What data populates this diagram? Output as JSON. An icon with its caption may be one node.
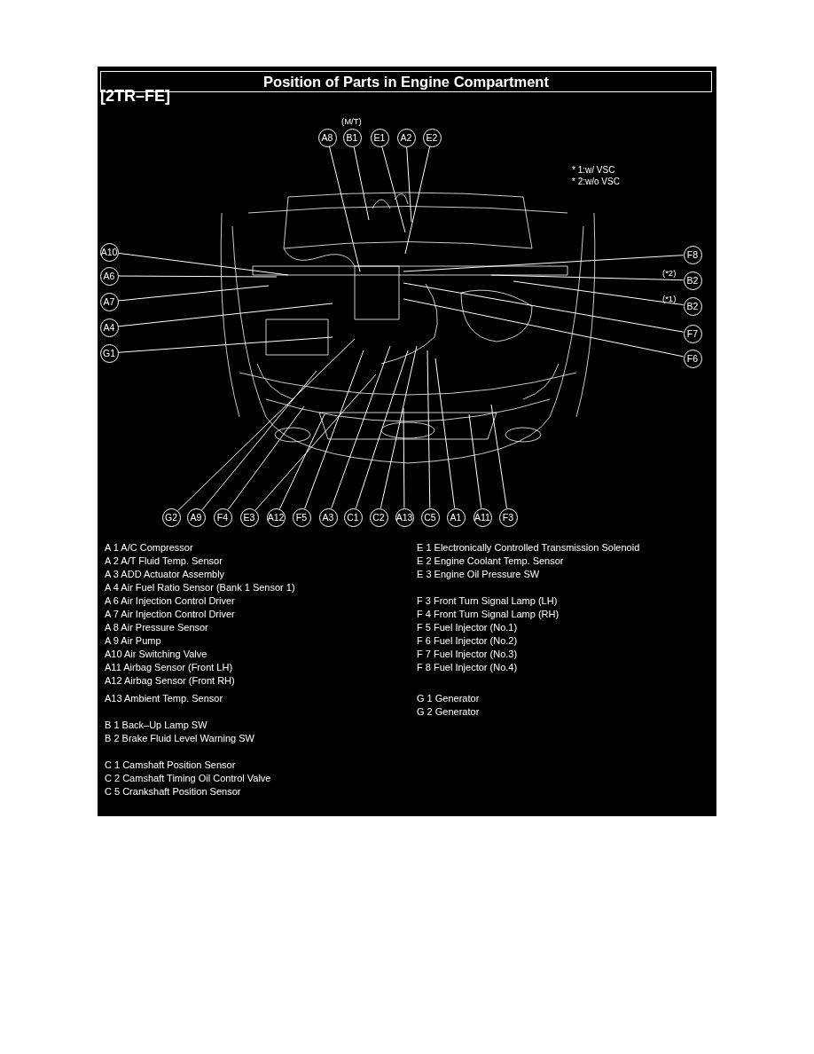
{
  "diagram": {
    "title": "Position of Parts in Engine Compartment",
    "nodes": [
      {
        "text": [
          "A8"
        ]
      },
      {
        "text": [
          "B1"
        ],
        "beside": [
          "(M/T)"
        ]
      },
      {
        "text": [
          "E1"
        ]
      },
      {
        "text": [
          "A2"
        ]
      },
      {
        "text": [
          "E2"
        ]
      },
      {
        "text": [
          "A10"
        ]
      },
      {
        "text": [
          "A6"
        ]
      },
      {
        "text": [
          "A7"
        ]
      },
      {
        "text": [
          "A4"
        ]
      },
      {
        "text": [
          "G1"
        ]
      },
      {
        "text": [
          "F8"
        ]
      },
      {
        "text": [
          "B2"
        ],
        "beside": [
          "(*2)"
        ]
      },
      {
        "text": [
          "B2"
        ],
        "beside": [
          "(*1)"
        ]
      },
      {
        "text": [
          "F7"
        ]
      },
      {
        "text": [
          "F6"
        ]
      },
      {
        "text": [
          "G2"
        ]
      },
      {
        "text": [
          "A9"
        ]
      },
      {
        "text": [
          "F4"
        ]
      },
      {
        "text": [
          "E3"
        ]
      },
      {
        "text": [
          "A12"
        ]
      },
      {
        "text": [
          "F5"
        ]
      },
      {
        "text": [
          "A3"
        ]
      },
      {
        "text": [
          "C1"
        ]
      },
      {
        "text": [
          "C2"
        ]
      },
      {
        "text": [
          "A13"
        ]
      },
      {
        "text": [
          "C5"
        ]
      },
      {
        "text": [
          "A1"
        ]
      },
      {
        "text": [
          "A11"
        ]
      },
      {
        "text": [
          "F3"
        ]
      }
    ],
    "edges": [
      {
        "from": 0,
        "to": null,
        "arrow": "none"
      },
      {
        "from": 1,
        "to": null,
        "arrow": "none"
      },
      {
        "from": 2,
        "to": null,
        "arrow": "none"
      },
      {
        "from": 3,
        "to": null,
        "arrow": "none"
      },
      {
        "from": 4,
        "to": null,
        "arrow": "none"
      },
      {
        "from": 5,
        "to": null,
        "arrow": "none"
      },
      {
        "from": 6,
        "to": null,
        "arrow": "none"
      },
      {
        "from": 7,
        "to": null,
        "arrow": "none"
      },
      {
        "from": 8,
        "to": null,
        "arrow": "none"
      },
      {
        "from": 9,
        "to": null,
        "arrow": "none"
      },
      {
        "from": 10,
        "to": null,
        "arrow": "none"
      },
      {
        "from": 11,
        "to": null,
        "arrow": "none"
      },
      {
        "from": 12,
        "to": null,
        "arrow": "none"
      },
      {
        "from": 13,
        "to": null,
        "arrow": "none"
      },
      {
        "from": 14,
        "to": null,
        "arrow": "none"
      },
      {
        "from": 15,
        "to": null,
        "arrow": "none"
      },
      {
        "from": 16,
        "to": null,
        "arrow": "none"
      },
      {
        "from": 17,
        "to": null,
        "arrow": "none"
      },
      {
        "from": 18,
        "to": null,
        "arrow": "none"
      },
      {
        "from": 19,
        "to": null,
        "arrow": "none"
      },
      {
        "from": 20,
        "to": null,
        "arrow": "none"
      },
      {
        "from": 21,
        "to": null,
        "arrow": "none"
      },
      {
        "from": 22,
        "to": null,
        "arrow": "none"
      },
      {
        "from": 23,
        "to": null,
        "arrow": "none"
      },
      {
        "from": 24,
        "to": null,
        "arrow": "none"
      },
      {
        "from": 25,
        "to": null,
        "arrow": "none"
      },
      {
        "from": 26,
        "to": null,
        "arrow": "none"
      },
      {
        "from": 27,
        "to": null,
        "arrow": "none"
      },
      {
        "from": 28,
        "to": null,
        "arrow": "none"
      }
    ],
    "labels": [
      "[2TR–FE]",
      "* 1:w/ VSC",
      "* 2:w/o VSC",
      "A 1 A/C Compressor",
      "A 2 A/T Fluid Temp. Sensor",
      "A 3 ADD Actuator Assembly",
      "A 4 Air Fuel Ratio Sensor (Bank 1 Sensor 1)",
      "A 6 Air Injection Control Driver",
      "A 7 Air Injection Control Driver",
      "A 8 Air Pressure Sensor",
      "A 9 Air Pump",
      "A10 Air Switching Valve",
      "A11 Airbag Sensor (Front LH)",
      "A12 Airbag Sensor (Front RH)",
      "A13 Ambient Temp. Sensor",
      "B 1 Back–Up Lamp SW",
      "B 2 Brake Fluid Level Warning SW",
      "C 1 Camshaft Position Sensor",
      "C 2 Camshaft Timing Oil Control Valve",
      "C 5 Crankshaft Position Sensor",
      "E 1 Electronically Controlled Transmission Solenoid",
      "E 2 Engine Coolant Temp. Sensor",
      "E 3 Engine Oil Pressure SW",
      "F 3 Front Turn Signal Lamp (LH)",
      "F 4 Front Turn Signal Lamp (RH)",
      "F 5 Fuel Injector (No.1)",
      "F 6 Fuel Injector (No.2)",
      "F 7 Fuel Injector (No.3)",
      "F 8 Fuel Injector (No.4)",
      "G 1 Generator",
      "G 2 Generator"
    ]
  }
}
